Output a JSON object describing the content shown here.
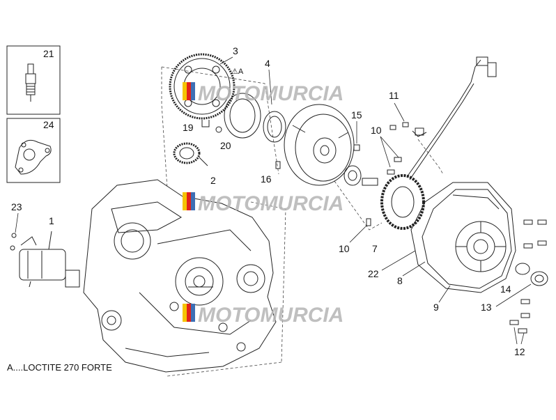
{
  "callouts": [
    "1",
    "2",
    "3",
    "4",
    "7",
    "8",
    "9",
    "10",
    "10",
    "10",
    "11",
    "12",
    "13",
    "14",
    "15",
    "16",
    "19",
    "20",
    "21",
    "22",
    "23",
    "24"
  ],
  "annotation_symbol": "⚠A",
  "legend_note": "A....LOCTITE 270 FORTE",
  "watermark": "MOTOMURCIA",
  "colors": {
    "line": "#222222",
    "wm_red": "#e2231a",
    "wm_yellow": "#f5c400",
    "wm_blue": "#3d6fb5",
    "wm_gray": "#b5b5b5"
  }
}
